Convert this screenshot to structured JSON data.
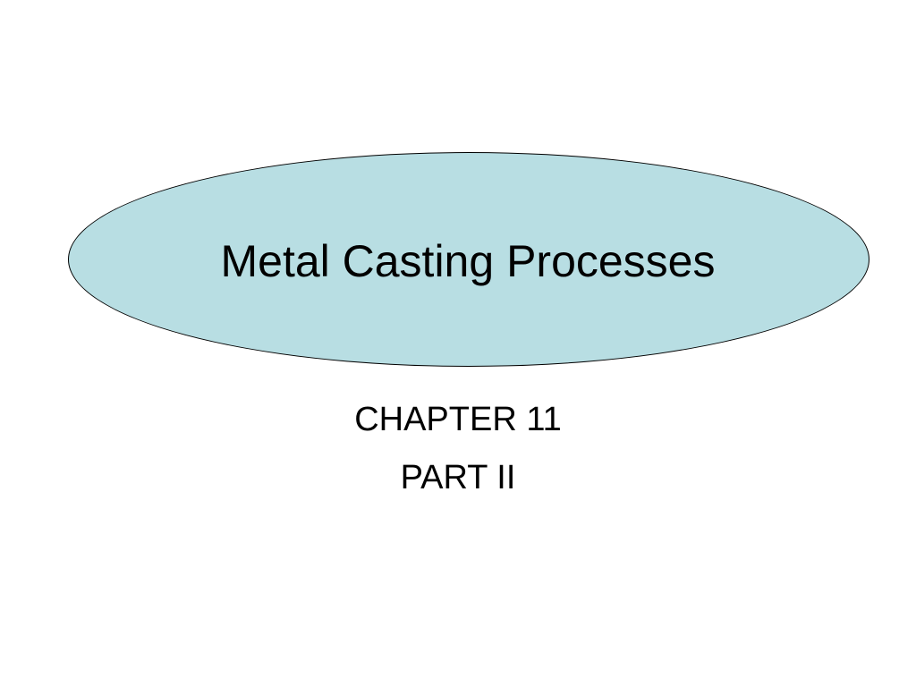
{
  "slide": {
    "title": "Metal Casting Processes",
    "subtitle_lines": [
      "CHAPTER 11",
      "PART II"
    ],
    "title_shape_fill": "#b8dee3",
    "title_shape_border": "#000000",
    "background": "#ffffff"
  }
}
